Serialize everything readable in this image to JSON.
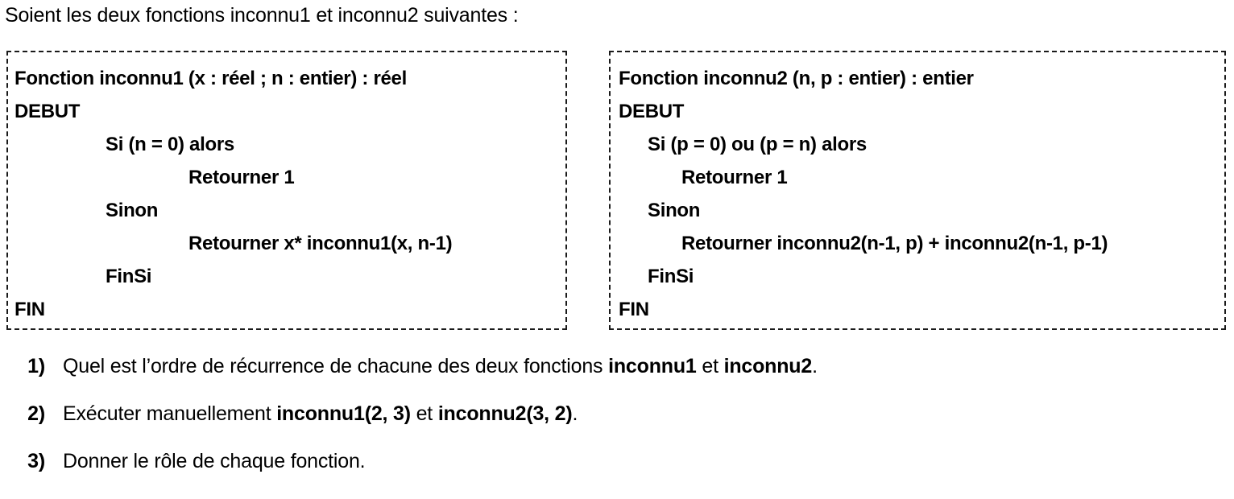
{
  "document": {
    "intro": "Soient les deux fonctions inconnu1 et inconnu2 suivantes :",
    "algorithms": [
      {
        "name": "inconnu1",
        "lines": [
          {
            "indent": 0,
            "text": "Fonction inconnu1 (x : réel ; n : entier) : réel"
          },
          {
            "indent": 0,
            "text": "DEBUT"
          },
          {
            "indent": 1,
            "text": "Si (n = 0) alors"
          },
          {
            "indent": 2,
            "text": "Retourner 1"
          },
          {
            "indent": 1,
            "text": "Sinon"
          },
          {
            "indent": 2,
            "text": "Retourner x* inconnu1(x, n-1)"
          },
          {
            "indent": 1,
            "text": "FinSi"
          },
          {
            "indent": 0,
            "text": "FIN"
          }
        ]
      },
      {
        "name": "inconnu2",
        "lines": [
          {
            "indent": 0,
            "text": "Fonction inconnu2 (n, p : entier) : entier"
          },
          {
            "indent": 0,
            "text": "DEBUT"
          },
          {
            "indent": 1,
            "text": "Si (p = 0) ou (p = n) alors"
          },
          {
            "indent": 2,
            "text": "Retourner 1"
          },
          {
            "indent": 1,
            "text": "Sinon"
          },
          {
            "indent": 2,
            "text": "Retourner inconnu2(n-1, p) + inconnu2(n-1, p-1)"
          },
          {
            "indent": 1,
            "text": "FinSi"
          },
          {
            "indent": 0,
            "text": "FIN"
          }
        ]
      }
    ],
    "questions": [
      {
        "number": "1)",
        "parts": [
          {
            "text": "Quel est l’ordre de récurrence de chacune des deux fonctions ",
            "bold": false
          },
          {
            "text": "inconnu1",
            "bold": true
          },
          {
            "text": " et ",
            "bold": false
          },
          {
            "text": "inconnu2",
            "bold": true
          },
          {
            "text": ".",
            "bold": false
          }
        ]
      },
      {
        "number": "2)",
        "parts": [
          {
            "text": "Exécuter manuellement ",
            "bold": false
          },
          {
            "text": "inconnu1(2, 3)",
            "bold": true
          },
          {
            "text": " et ",
            "bold": false
          },
          {
            "text": "inconnu2(3, 2)",
            "bold": true
          },
          {
            "text": ".",
            "bold": false
          }
        ]
      },
      {
        "number": "3)",
        "parts": [
          {
            "text": "Donner le rôle de chaque fonction.",
            "bold": false
          }
        ]
      }
    ]
  },
  "colors": {
    "text": "#000000",
    "background": "#ffffff",
    "box_border": "#1a1a1a"
  }
}
